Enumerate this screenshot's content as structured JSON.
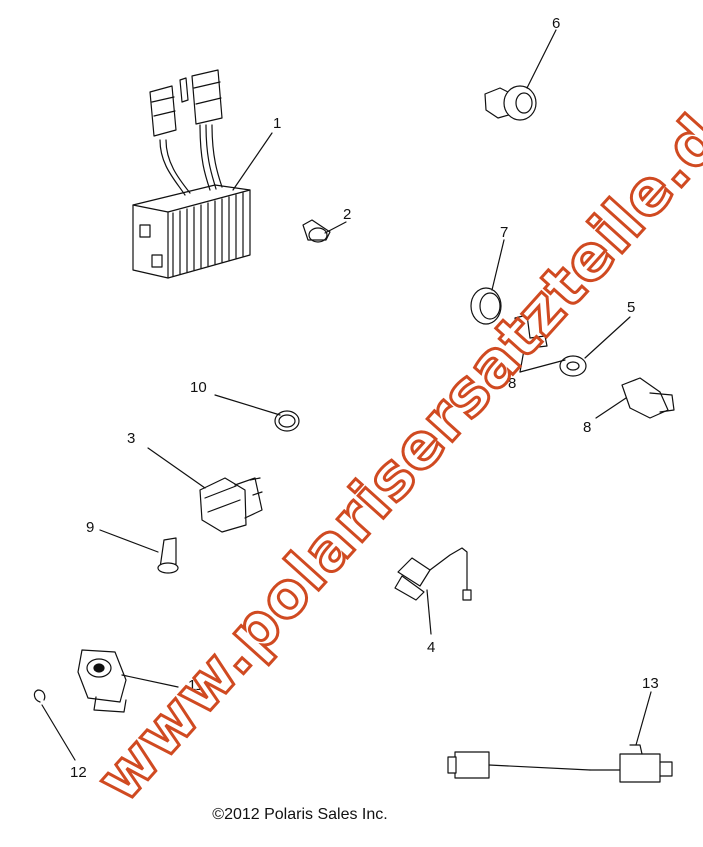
{
  "callouts": {
    "c1": "1",
    "c2": "2",
    "c3": "3",
    "c4": "4",
    "c5": "5",
    "c6": "6",
    "c7": "7",
    "c8a": "8",
    "c8b": "8",
    "c9": "9",
    "c10": "10",
    "c11": "11",
    "c12": "12",
    "c13": "13"
  },
  "copyright": "©2012 Polaris Sales Inc.",
  "watermark": "www.polarisersatzteile.de",
  "colors": {
    "line": "#111111",
    "watermark": "#d04a21"
  }
}
